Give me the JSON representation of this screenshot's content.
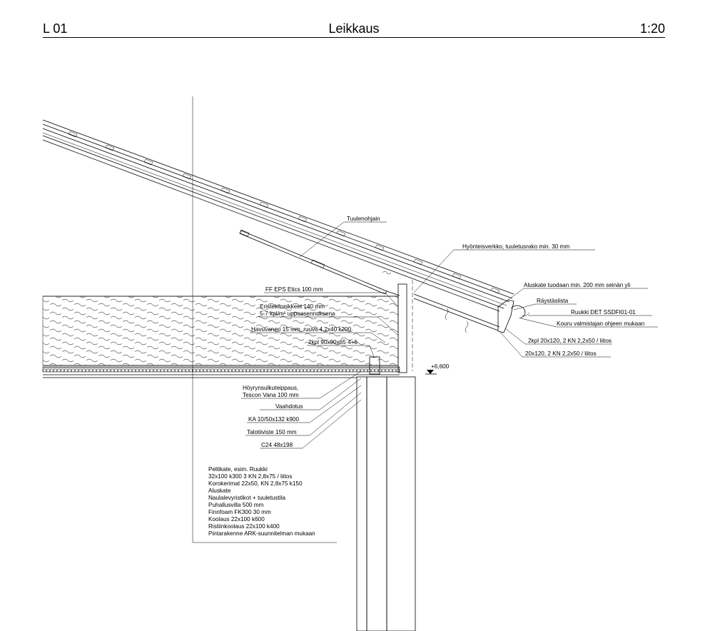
{
  "header": {
    "drawing_code": "L 01",
    "title": "Leikkaus",
    "scale": "1:20"
  },
  "labels": {
    "tuulenohjain": "Tuulenohjain",
    "hyonteisverkko": "Hyönteisverkko, tuuletusrako min. 30 mm",
    "aluskate": "Aluskate tuodaan min. 200 mm seinän yli",
    "raystaslista": "Räystäslista",
    "ruukki_det": "Ruukki DET SSDFI01-01",
    "kouru": "Kouru valmistajan ohjeen mukaan",
    "kpl20x120": "2kpl 20x120, 2 KN 2,2x50 / liitos",
    "one20x120": "20x120, 2 KN 2,2x50 / liitos",
    "ff_eps": "FF EPS Etics 100 mm",
    "eristekiinnikkeet_1": "Eristekiinnikkeet 140 mm",
    "eristekiinnikkeet_2": "5-7 kpl/m² uppoasennuksena",
    "havuvaneri": "Havuvaneri 15 mm, ruuvit 4,2x40 k200",
    "kpl90": "2kpl 90x90x65 4+6",
    "level": "+6,600",
    "hoyrysulku_1": "Höyrynsulkuteippaus,",
    "hoyrysulku_2": "Tescon Vana 100 mm",
    "vaahdotus": "Vaahdotus",
    "ka": "KA 10/50x132 k900",
    "talotiiviste": "Talotiiviste 150 mm",
    "c24": "C24 48x198"
  },
  "roof_layers": [
    "Peltikate, esim. Ruukki",
    "32x100 k300 3 KN 2,8x75 / liitos",
    "Korokerimat 22x50, KN 2,8x75 k150",
    "Aluskate",
    "Naulalevyristikot + tuuletustila",
    "Puhallusvilla 500 mm",
    "Finnfoam FK300 30 mm",
    "Koolaus 22x100 k600",
    "Ristiinkoolaus 22x100 k400",
    "Pintarakenne ARK-suunnitelman mukaan"
  ]
}
